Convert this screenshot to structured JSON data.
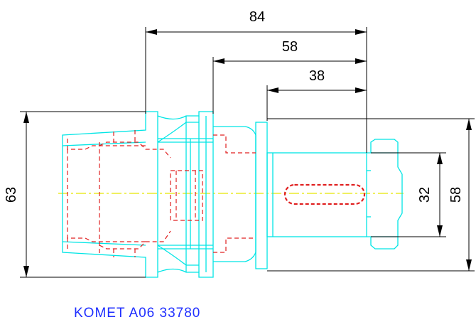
{
  "dimensions": {
    "overall_length": "84",
    "mid_length": "58",
    "short_length": "38",
    "left_diameter": "63",
    "shank_diameter": "32",
    "collar_diameter": "58"
  },
  "caption": "KOMET A06 33780",
  "colors": {
    "outline": "#00e5e5",
    "hidden_lines": "#e02020",
    "center_line": "#e8e800",
    "dimension_lines": "#000000",
    "caption_text": "#1f2fff"
  }
}
